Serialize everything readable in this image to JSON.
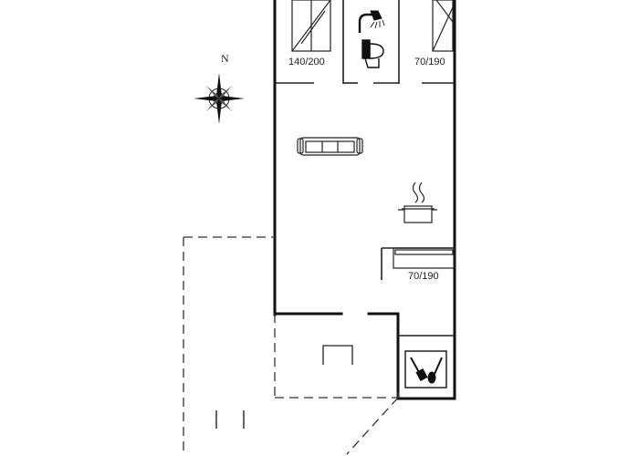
{
  "labels": {
    "bed_left": "140/200",
    "bed_right": "70/190",
    "bed_lower": "70/190",
    "compass_north": "N"
  },
  "icons": [
    "compass-rose-icon",
    "bed-icon",
    "shower-icon",
    "toilet-icon",
    "sofa-icon",
    "cooking-pot-icon",
    "utility-tools-icon",
    "table-icon"
  ],
  "colors": {
    "wall": "#111111",
    "line": "#222222"
  }
}
